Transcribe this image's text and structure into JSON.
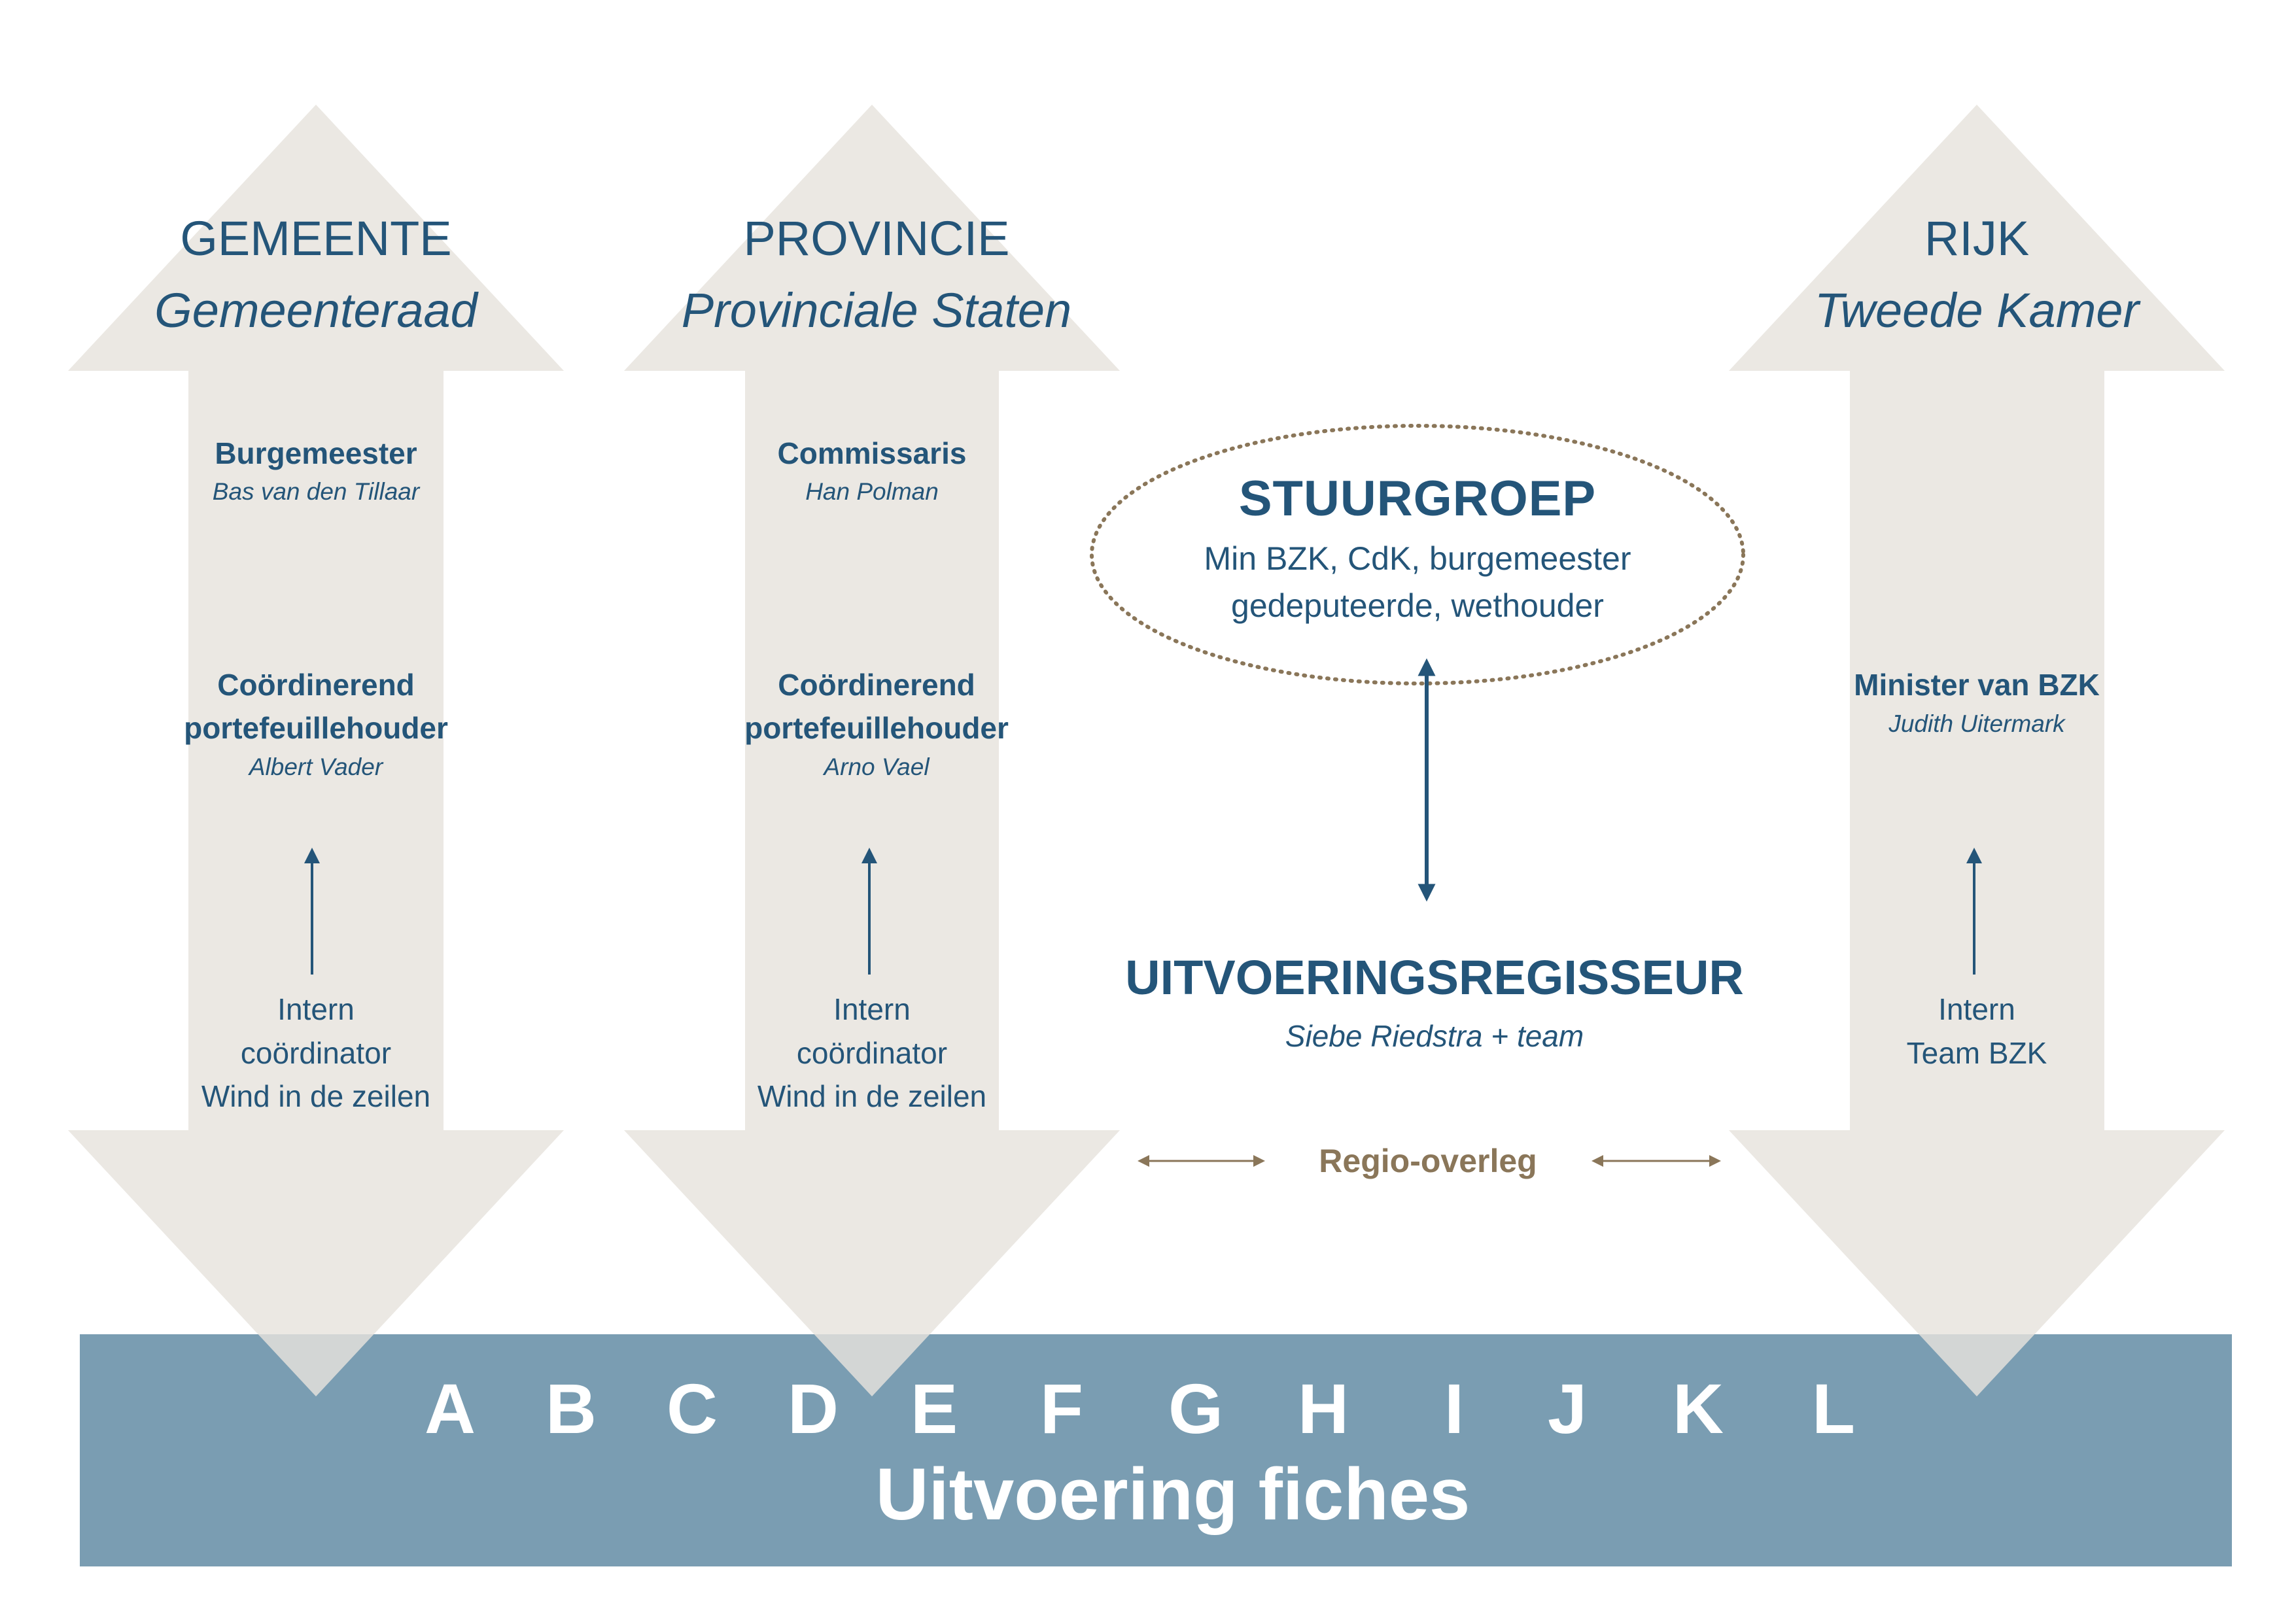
{
  "colors": {
    "arrow_fill": "#e6e3dd",
    "bar_fill": "#7a9db2",
    "text_blue": "#245579",
    "regio_brown": "#8a7659"
  },
  "columns": [
    {
      "title": "GEMEENTE",
      "subtitle": "Gemeenteraad",
      "role1": "Burgemeester",
      "person1": "Bas van den Tillaar",
      "role2_line1": "Coördinerend",
      "role2_line2": "portefeuillehouder",
      "person2": "Albert Vader",
      "intern_lines": [
        "Intern",
        "coördinator",
        "Wind in de zeilen"
      ]
    },
    {
      "title": "PROVINCIE",
      "subtitle": "Provinciale Staten",
      "role1": "Commissaris",
      "person1": "Han Polman",
      "role2_line1": "Coördinerend",
      "role2_line2": "portefeuillehouder",
      "person2": "Arno Vael",
      "intern_lines": [
        "Intern",
        "coördinator",
        "Wind in de zeilen"
      ]
    },
    {
      "title": "RIJK",
      "subtitle": "Tweede Kamer",
      "role2_line1": "Minister van BZK",
      "person2": "Judith Uitermark",
      "intern_lines": [
        "Intern",
        "Team BZK"
      ]
    }
  ],
  "stuurgroep": {
    "title": "STUURGROEP",
    "line1": "Min BZK, CdK, burgemeester",
    "line2": "gedeputeerde, wethouder"
  },
  "uitvoeringsregisseur": {
    "title": "UITVOERINGSREGISSEUR",
    "subtitle": "Siebe Riedstra + team"
  },
  "regio_overleg": "Regio-overleg",
  "bottom_bar": {
    "letters": [
      "A",
      "B",
      "C",
      "D",
      "E",
      "F",
      "G",
      "H",
      "I",
      "J",
      "K",
      "L"
    ],
    "label": "Uitvoering fiches"
  }
}
